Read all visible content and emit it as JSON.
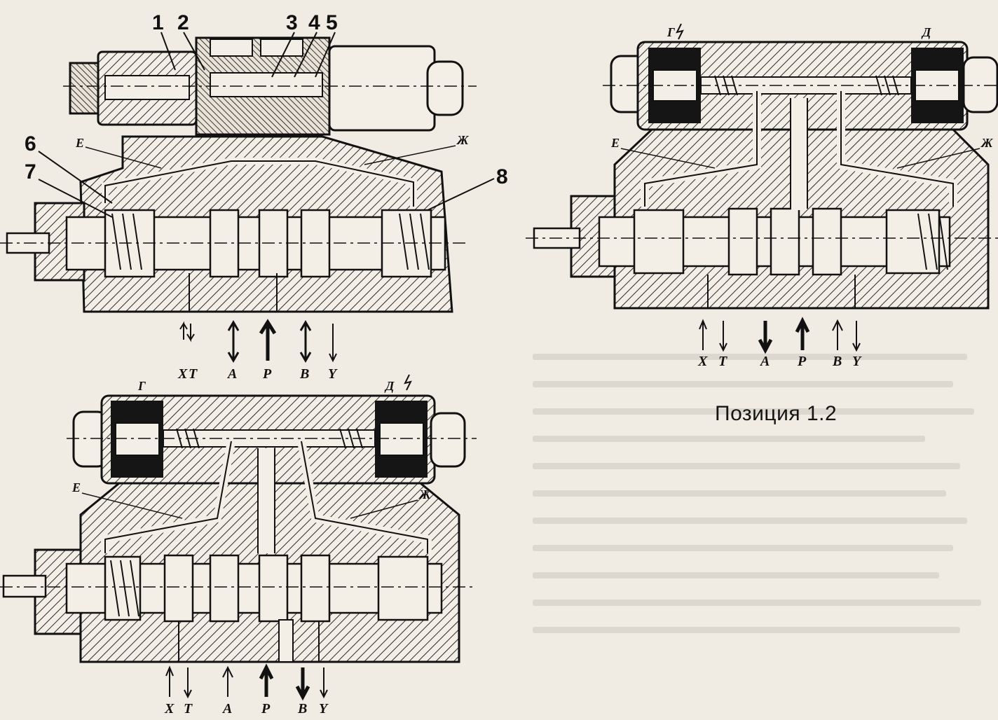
{
  "caption": "Позиция 1.2",
  "callouts": [
    "1",
    "2",
    "3",
    "4",
    "5",
    "6",
    "7",
    "8"
  ],
  "channels": {
    "e": "Е",
    "zh": "Ж",
    "g": "Г",
    "d": "Д"
  },
  "ports": {
    "x": "X",
    "t": "T",
    "a": "A",
    "p": "P",
    "b": "B",
    "y": "Y"
  },
  "colors": {
    "paper": "#f1ece3",
    "ink": "#151515",
    "hatch": "#2a2a2a"
  }
}
